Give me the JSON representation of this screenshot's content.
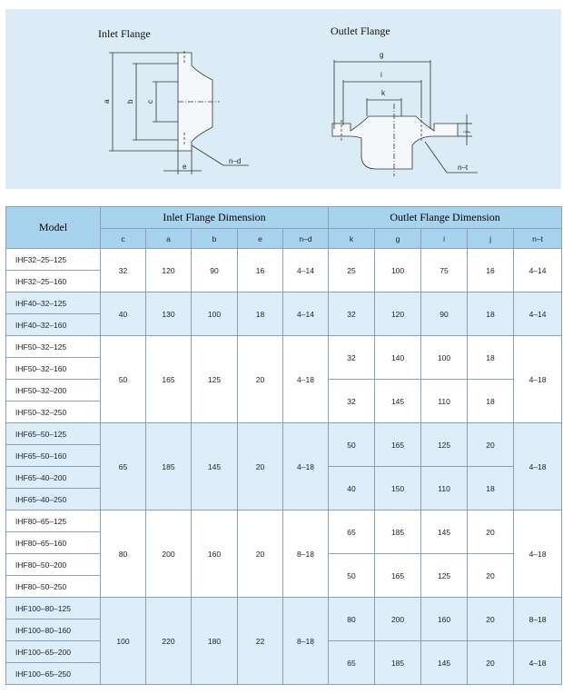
{
  "diagram": {
    "inlet_title": "Inlet Flange",
    "outlet_title": "Outlet Flange",
    "inlet_labels": {
      "a": "a",
      "b": "b",
      "c": "c",
      "e": "e",
      "nd": "n–d"
    },
    "outlet_labels": {
      "g": "g",
      "i": "i",
      "k": "k",
      "j": "j",
      "nt": "n–t"
    }
  },
  "table": {
    "model_header": "Model",
    "inlet_header": "Inlet Flange Dimension",
    "outlet_header": "Outlet Flange Dimension",
    "columns": [
      "c",
      "a",
      "b",
      "e",
      "n–d",
      "k",
      "g",
      "i",
      "j",
      "n–t"
    ],
    "groups": [
      {
        "models": [
          "IHF32–25–125",
          "IHF32–25–160"
        ],
        "inlet": [
          "32",
          "120",
          "90",
          "16",
          "4–14"
        ],
        "outlet_rows": [
          {
            "k": "25",
            "g": "100",
            "i": "75",
            "j": "16"
          }
        ],
        "nt": "4–14"
      },
      {
        "models": [
          "IHF40–32–125",
          "IHF40–32–160"
        ],
        "inlet": [
          "40",
          "130",
          "100",
          "18",
          "4–14"
        ],
        "outlet_rows": [
          {
            "k": "32",
            "g": "120",
            "i": "90",
            "j": "18"
          }
        ],
        "nt": "4–14"
      },
      {
        "models": [
          "IHF50–32–125",
          "IHF50–32–160",
          "IHF50–32–200",
          "IHF50–32–250"
        ],
        "inlet": [
          "50",
          "165",
          "125",
          "20",
          "4–18"
        ],
        "outlet_rows": [
          {
            "k": "32",
            "g": "140",
            "i": "100",
            "j": "18"
          },
          {
            "k": "32",
            "g": "145",
            "i": "110",
            "j": "18"
          }
        ],
        "nt": "4–18"
      },
      {
        "models": [
          "IHF65–50–125",
          "IHF65–50–160",
          "IHF65–40–200",
          "IHF65–40–250"
        ],
        "inlet": [
          "65",
          "185",
          "145",
          "20",
          "4–18"
        ],
        "outlet_rows": [
          {
            "k": "50",
            "g": "165",
            "i": "125",
            "j": "20"
          },
          {
            "k": "40",
            "g": "150",
            "i": "110",
            "j": "18"
          }
        ],
        "nt": "4–18"
      },
      {
        "models": [
          "IHF80–65–125",
          "IHF80–65–160",
          "IHF80–50–200",
          "IHF80–50–250"
        ],
        "inlet": [
          "80",
          "200",
          "160",
          "20",
          "8–18"
        ],
        "outlet_rows": [
          {
            "k": "65",
            "g": "185",
            "i": "145",
            "j": "20"
          },
          {
            "k": "50",
            "g": "165",
            "i": "125",
            "j": "20"
          }
        ],
        "nt": "4–18"
      },
      {
        "models": [
          "IHF100–80–125",
          "IHF100–80–160",
          "IHF100–65–200",
          "IHF100–65–250"
        ],
        "inlet": [
          "100",
          "220",
          "180",
          "22",
          "8–18"
        ],
        "outlet_rows": [
          {
            "k": "80",
            "g": "200",
            "i": "160",
            "j": "20",
            "nt": "8–18"
          },
          {
            "k": "65",
            "g": "185",
            "i": "145",
            "j": "20",
            "nt": "4–18"
          }
        ],
        "nt": null
      }
    ]
  }
}
